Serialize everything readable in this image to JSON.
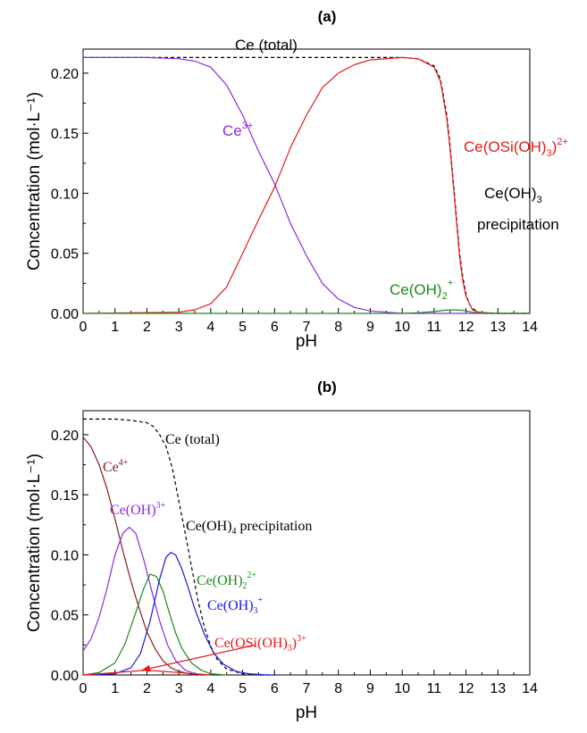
{
  "chart_data": [
    {
      "type": "line",
      "panel_label": "(a)",
      "xlabel": "pH",
      "ylabel": "Concentration (mol·L⁻¹)",
      "xlim": [
        0,
        14
      ],
      "ylim": [
        0,
        0.22
      ],
      "xticks": [
        "0",
        "1",
        "2",
        "3",
        "4",
        "5",
        "6",
        "7",
        "8",
        "9",
        "10",
        "11",
        "12",
        "13",
        "14"
      ],
      "yticks": [
        "0.00",
        "0.05",
        "0.10",
        "0.15",
        "0.20"
      ],
      "yticks_values": [
        0,
        0.05,
        0.1,
        0.15,
        0.2
      ],
      "grid": false,
      "series": [
        {
          "key": "total",
          "color": "#000000",
          "dashed": true,
          "x": [
            0,
            1,
            2,
            3,
            4,
            5,
            6,
            7,
            8,
            9,
            10,
            10.5,
            11,
            11.2,
            11.4,
            11.5,
            11.6,
            11.7,
            11.8,
            11.9,
            12,
            12.1,
            12.2,
            12.4,
            12.6,
            13,
            14
          ],
          "y": [
            0.213,
            0.213,
            0.213,
            0.213,
            0.213,
            0.213,
            0.213,
            0.213,
            0.213,
            0.213,
            0.213,
            0.212,
            0.206,
            0.195,
            0.165,
            0.14,
            0.11,
            0.08,
            0.05,
            0.03,
            0.016,
            0.008,
            0.004,
            0.001,
            0,
            0,
            0
          ]
        },
        {
          "key": "ce3",
          "color": "#8B2BE2",
          "x": [
            0,
            1,
            2,
            3,
            3.5,
            4,
            4.5,
            5,
            5.5,
            6,
            6.5,
            7,
            7.5,
            8,
            8.5,
            9,
            10,
            14
          ],
          "y": [
            0.213,
            0.213,
            0.213,
            0.212,
            0.21,
            0.205,
            0.19,
            0.165,
            0.135,
            0.108,
            0.075,
            0.048,
            0.025,
            0.012,
            0.005,
            0.002,
            0,
            0
          ]
        },
        {
          "key": "ceosi",
          "color": "#E51A1A",
          "x": [
            0,
            3,
            3.5,
            4,
            4.5,
            5,
            5.5,
            6,
            6.5,
            7,
            7.5,
            8,
            8.5,
            9,
            10,
            10.5,
            11,
            11.2,
            11.4,
            11.5,
            11.6,
            11.7,
            11.8,
            11.9,
            12,
            12.2,
            12.4,
            13,
            14
          ],
          "y": [
            0,
            0.001,
            0.003,
            0.008,
            0.022,
            0.05,
            0.078,
            0.105,
            0.138,
            0.165,
            0.188,
            0.2,
            0.207,
            0.211,
            0.213,
            0.212,
            0.205,
            0.193,
            0.162,
            0.137,
            0.107,
            0.077,
            0.047,
            0.027,
            0.014,
            0.003,
            0.001,
            0,
            0
          ]
        },
        {
          "key": "ceoh2",
          "color": "#1C8A1C",
          "x": [
            0,
            9,
            10,
            10.5,
            11,
            11.3,
            11.6,
            11.9,
            12.2,
            12.5,
            13,
            14
          ],
          "y": [
            0,
            0,
            0,
            0.0005,
            0.0015,
            0.0025,
            0.003,
            0.0025,
            0.001,
            0.0002,
            0,
            0
          ]
        }
      ],
      "labels": {
        "total": "Ce (total)",
        "ce3_base": "Ce",
        "ce3_sup": "3+",
        "ceosi_base1": "Ce(OSi(OH)",
        "ceosi_sub": "3",
        "ceosi_base2": ")",
        "ceosi_sup": "2+",
        "ceoh3_base": "Ce(OH)",
        "ceoh3_sub": "3",
        "precip": "precipitation",
        "ceoh2_base": "Ce(OH)",
        "ceoh2_sub": "2",
        "ceoh2_sup": "+"
      }
    },
    {
      "type": "line",
      "panel_label": "(b)",
      "xlabel": "pH",
      "ylabel": "Concentration (mol·L⁻¹)",
      "xlim": [
        0,
        14
      ],
      "ylim": [
        0,
        0.22
      ],
      "xticks": [
        "0",
        "1",
        "2",
        "3",
        "4",
        "5",
        "6",
        "7",
        "8",
        "9",
        "10",
        "11",
        "12",
        "13",
        "14"
      ],
      "yticks": [
        "0.00",
        "0.05",
        "0.10",
        "0.15",
        "0.20"
      ],
      "yticks_values": [
        0,
        0.05,
        0.1,
        0.15,
        0.2
      ],
      "grid": false,
      "series": [
        {
          "key": "total",
          "color": "#000000",
          "dashed": true,
          "x": [
            0,
            0.5,
            1,
            1.5,
            2,
            2.2,
            2.4,
            2.6,
            2.8,
            3,
            3.2,
            3.4,
            3.6,
            3.8,
            4,
            4.2,
            4.5,
            5,
            5.5,
            6
          ],
          "y": [
            0.213,
            0.213,
            0.213,
            0.212,
            0.21,
            0.207,
            0.2,
            0.19,
            0.172,
            0.145,
            0.118,
            0.09,
            0.062,
            0.04,
            0.024,
            0.013,
            0.005,
            0.001,
            0,
            0
          ]
        },
        {
          "key": "ce4",
          "color": "#8B1A1A",
          "x": [
            0,
            0.25,
            0.5,
            0.75,
            1,
            1.25,
            1.5,
            1.75,
            2,
            2.25,
            2.5,
            2.75,
            3,
            3.5
          ],
          "y": [
            0.198,
            0.19,
            0.175,
            0.155,
            0.13,
            0.103,
            0.078,
            0.056,
            0.036,
            0.022,
            0.012,
            0.006,
            0.003,
            0
          ]
        },
        {
          "key": "ceoh",
          "color": "#8B2BE2",
          "x": [
            0,
            0.25,
            0.5,
            0.75,
            1,
            1.25,
            1.45,
            1.65,
            1.9,
            2.15,
            2.4,
            2.65,
            2.9,
            3.2,
            3.5,
            4
          ],
          "y": [
            0.02,
            0.03,
            0.048,
            0.072,
            0.1,
            0.118,
            0.123,
            0.118,
            0.096,
            0.07,
            0.045,
            0.025,
            0.012,
            0.004,
            0.001,
            0
          ]
        },
        {
          "key": "ceoh2",
          "color": "#1C8A1C",
          "x": [
            0,
            0.5,
            1,
            1.3,
            1.6,
            1.9,
            2.1,
            2.3,
            2.5,
            2.7,
            2.9,
            3.1,
            3.4,
            3.7,
            4,
            4.5
          ],
          "y": [
            0,
            0.002,
            0.01,
            0.025,
            0.048,
            0.072,
            0.084,
            0.082,
            0.07,
            0.052,
            0.035,
            0.022,
            0.01,
            0.004,
            0.001,
            0
          ]
        },
        {
          "key": "ceoh3",
          "color": "#1A1ADD",
          "x": [
            0,
            1,
            1.5,
            1.8,
            2.1,
            2.4,
            2.6,
            2.75,
            2.9,
            3.1,
            3.3,
            3.5,
            3.8,
            4.1,
            4.4,
            4.8,
            5.2,
            5.8,
            6
          ],
          "y": [
            0,
            0.001,
            0.006,
            0.018,
            0.045,
            0.08,
            0.098,
            0.102,
            0.1,
            0.088,
            0.072,
            0.055,
            0.034,
            0.018,
            0.009,
            0.003,
            0.001,
            0,
            0
          ]
        },
        {
          "key": "ceosi",
          "color": "#E51A1A",
          "x": [
            0,
            0.5,
            1,
            1.5,
            2,
            2.5,
            3,
            3.5,
            4
          ],
          "y": [
            0,
            0.001,
            0.002,
            0.003,
            0.004,
            0.003,
            0.002,
            0.001,
            0
          ]
        }
      ],
      "arrow": {
        "color": "#E51A1A",
        "from": [
          5.4,
          0.025
        ],
        "to": [
          1.85,
          0.004
        ]
      },
      "labels": {
        "total": "Ce (total)",
        "ce4_base": "Ce",
        "ce4_sup": "4+",
        "ceoh_base": "Ce(OH)",
        "ceoh_sup": "3+",
        "precip_base": "Ce(OH)",
        "precip_sub": "4",
        "precip_rest": " precipitation",
        "ceoh2_base": "Ce(OH)",
        "ceoh2_sub": "2",
        "ceoh2_sup": "2+",
        "ceoh3_base": "Ce(OH)",
        "ceoh3_sub": "3",
        "ceoh3_sup": "+",
        "ceosi_base1": "Ce(OSi(OH)",
        "ceosi_sub": "3",
        "ceosi_base2": ")",
        "ceosi_sup": "3+"
      }
    }
  ]
}
